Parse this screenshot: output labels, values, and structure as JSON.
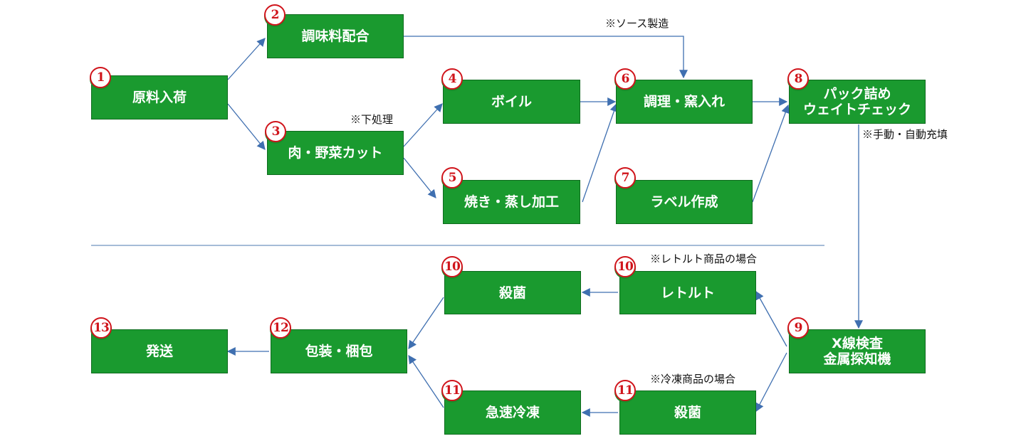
{
  "steps": [
    {
      "id": "s1",
      "badge": "1",
      "label": "原料入荷"
    },
    {
      "id": "s2",
      "badge": "2",
      "label": "調味料配合"
    },
    {
      "id": "s3",
      "badge": "3",
      "label": "肉・野菜カット"
    },
    {
      "id": "s4",
      "badge": "4",
      "label": "ボイル"
    },
    {
      "id": "s5",
      "badge": "5",
      "label": "焼き・蒸し加工"
    },
    {
      "id": "s6",
      "badge": "6",
      "label": "調理・窯入れ"
    },
    {
      "id": "s7",
      "badge": "7",
      "label": "ラベル作成"
    },
    {
      "id": "s8",
      "badge": "8",
      "label_line1": "パック詰め",
      "label_line2": "ウェイトチェック"
    },
    {
      "id": "s9",
      "badge": "9",
      "label_line1": "X線検査",
      "label_line2": "金属探知機"
    },
    {
      "id": "s10a",
      "badge": "10",
      "label": "レトルト"
    },
    {
      "id": "s10b",
      "badge": "10",
      "label": "殺菌"
    },
    {
      "id": "s11a",
      "badge": "11",
      "label": "殺菌"
    },
    {
      "id": "s11b",
      "badge": "11",
      "label": "急速冷凍"
    },
    {
      "id": "s12",
      "badge": "12",
      "label": "包装・梱包"
    },
    {
      "id": "s13",
      "badge": "13",
      "label": "発送"
    }
  ],
  "notes": {
    "sauce": "※ソース製造",
    "prep": "※下処理",
    "fill": "※手動・自動充填",
    "retort": "※レトルト商品の場合",
    "frozen": "※冷凍商品の場合"
  },
  "colors": {
    "box_fill": "#1a9a2f",
    "arrow": "#3f6fb0",
    "badge_text": "#d0141b",
    "divider": "#6f93bf"
  }
}
